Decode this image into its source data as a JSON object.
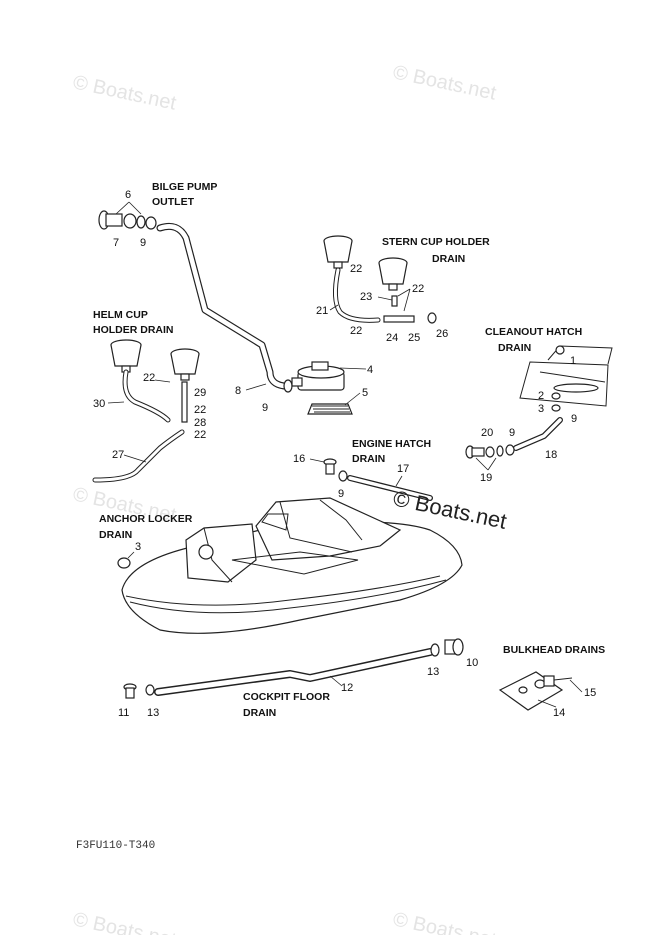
{
  "watermarks": {
    "top_left": "© Boats.net",
    "top_right": "© Boats.net",
    "mid_left": "© Boats.net",
    "center": "© Boats.net",
    "bottom_left": "© Boats.net",
    "bottom_right": "© Boats.net"
  },
  "labels": {
    "bilge_pump_outlet_1": "BILGE PUMP",
    "bilge_pump_outlet_2": "OUTLET",
    "stern_cup_holder_1": "STERN CUP HOLDER",
    "stern_cup_holder_2": "DRAIN",
    "helm_cup_1": "HELM CUP",
    "helm_cup_2": "HOLDER DRAIN",
    "cleanout_hatch_1": "CLEANOUT HATCH",
    "cleanout_hatch_2": "DRAIN",
    "engine_hatch_1": "ENGINE  HATCH",
    "engine_hatch_2": "DRAIN",
    "anchor_locker_1": "ANCHOR LOCKER",
    "anchor_locker_2": "DRAIN",
    "cockpit_floor_1": "COCKPIT FLOOR",
    "cockpit_floor_2": "DRAIN",
    "bulkhead_drains": "BULKHEAD DRAINS"
  },
  "part_numbers": {
    "n1": "1",
    "n2": "2",
    "n3": "3",
    "n4": "4",
    "n5": "5",
    "n6": "6",
    "n7": "7",
    "n8": "8",
    "n9a": "9",
    "n9b": "9",
    "n9c": "9",
    "n9d": "9",
    "n10": "10",
    "n11": "11",
    "n12": "12",
    "n13a": "13",
    "n13b": "13",
    "n14": "14",
    "n15": "15",
    "n16": "16",
    "n17": "17",
    "n18": "18",
    "n19": "19",
    "n20": "20",
    "n21": "21",
    "n22a": "22",
    "n22b": "22",
    "n22c": "22",
    "n22d": "22",
    "n22e": "22",
    "n22f": "22",
    "n23": "23",
    "n24": "24",
    "n25": "25",
    "n26": "26",
    "n27": "27",
    "n28": "28",
    "n29": "29",
    "n30": "30"
  },
  "diagram_code": "F3FU110-T340"
}
